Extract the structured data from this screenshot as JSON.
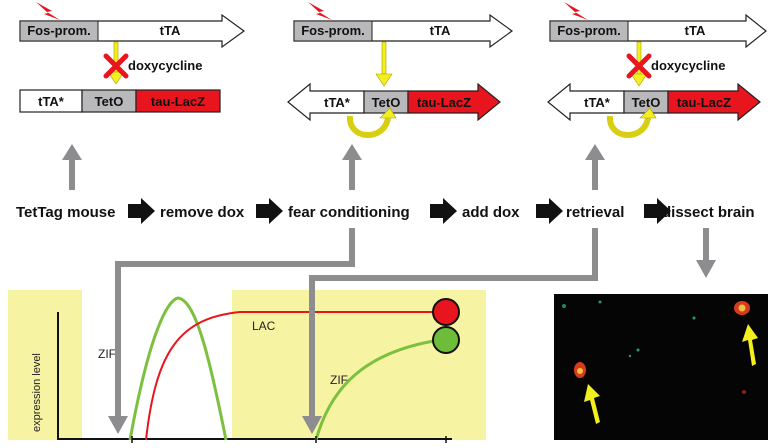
{
  "colors": {
    "red": "#e8141e",
    "yellow": "#f2ee20",
    "panel_yellow": "#f6f3a3",
    "green": "#7dc03f",
    "gray": "#b9b9bc",
    "dark": "#111111"
  },
  "constructs": [
    {
      "promoter": "Fos-prom.",
      "transactivator": "tTA",
      "inhibitor": "doxycycline",
      "tta_star": "tTA*",
      "teto": "TetO",
      "reporter": "tau-LacZ"
    },
    {
      "promoter": "Fos-prom.",
      "transactivator": "tTA",
      "inhibitor": "",
      "tta_star": "tTA*",
      "teto": "TetO",
      "reporter": "tau-LacZ"
    },
    {
      "promoter": "Fos-prom.",
      "transactivator": "tTA",
      "inhibitor": "doxycycline",
      "tta_star": "tTA*",
      "teto": "TetO",
      "reporter": "tau-LacZ"
    }
  ],
  "flow_steps": [
    "TetTag mouse",
    "remove dox",
    "fear conditioning",
    "add dox",
    "retrieval",
    "dissect brain"
  ],
  "plot": {
    "ylabel": "expression level",
    "curve_labels": {
      "lac": "LAC",
      "zif1": "ZIF",
      "zif2": "ZIF"
    }
  }
}
